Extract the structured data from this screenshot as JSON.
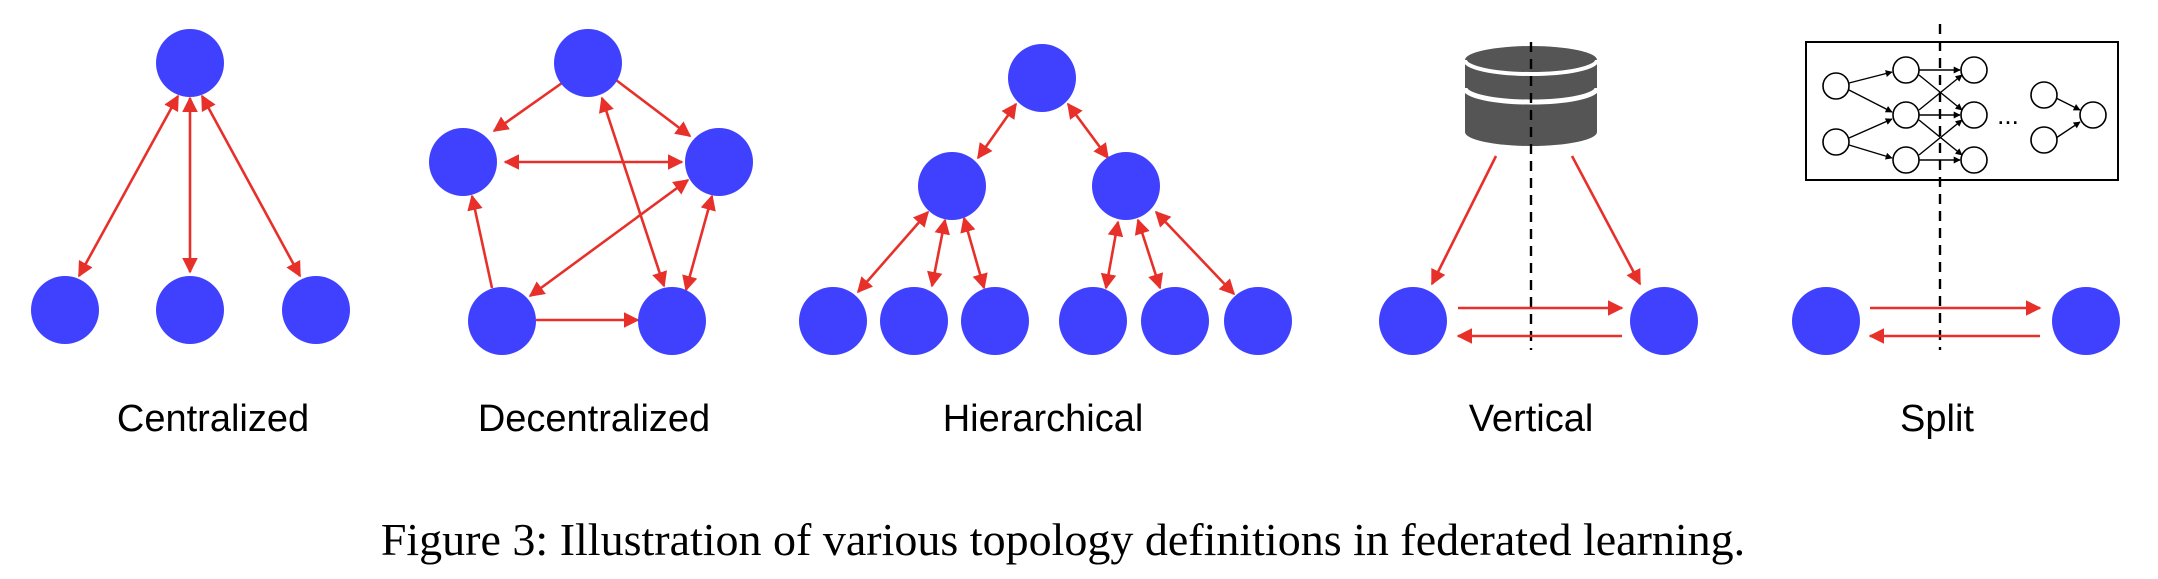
{
  "labels": {
    "centralized": "Centralized",
    "decentralized": "Decentralized",
    "hierarchical": "Hierarchical",
    "vertical": "Vertical",
    "split": "Split"
  },
  "ellipsis": "...",
  "caption": "Figure 3: Illustration of various topology definitions in federated learning.",
  "colors": {
    "node": "#4040ff",
    "arrow": "#e8302a",
    "database": "#555555",
    "text": "#000000"
  }
}
